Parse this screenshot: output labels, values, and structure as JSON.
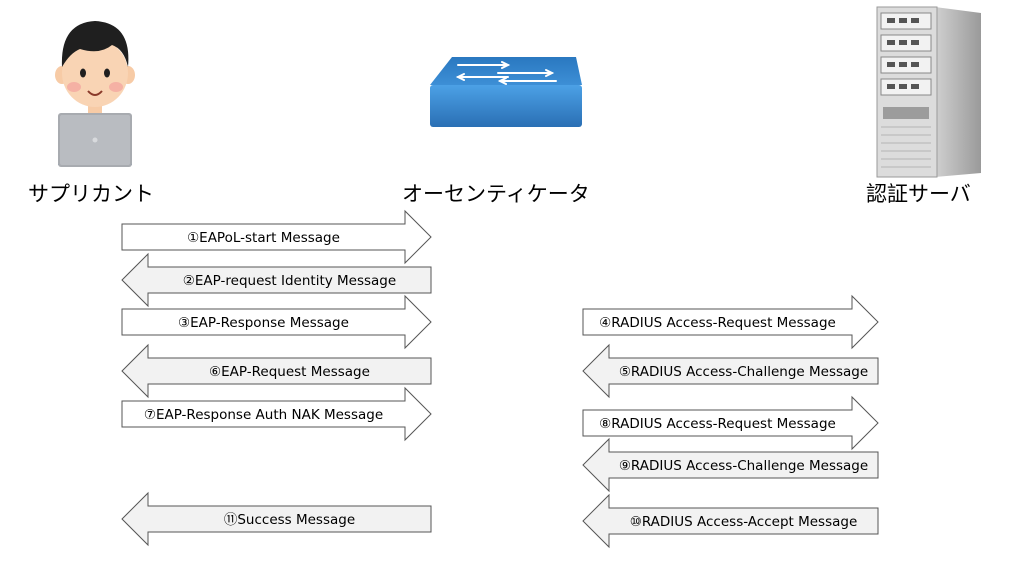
{
  "entities": {
    "supplicant": "サプリカント",
    "authenticator": "オーセンティケータ",
    "auth_server": "認証サーバ"
  },
  "messages": [
    {
      "label": "①EAPoL-start Message",
      "direction": "right",
      "lane": "left"
    },
    {
      "label": "②EAP-request Identity Message",
      "direction": "left",
      "lane": "left"
    },
    {
      "label": "③EAP-Response Message",
      "direction": "right",
      "lane": "left"
    },
    {
      "label": "④RADIUS Access-Request Message",
      "direction": "right",
      "lane": "right"
    },
    {
      "label": "⑤RADIUS Access-Challenge Message",
      "direction": "left",
      "lane": "right"
    },
    {
      "label": "⑥EAP-Request Message",
      "direction": "left",
      "lane": "left"
    },
    {
      "label": "⑦EAP-Response Auth NAK Message",
      "direction": "right",
      "lane": "left"
    },
    {
      "label": "⑧RADIUS Access-Request Message",
      "direction": "right",
      "lane": "right"
    },
    {
      "label": "⑨RADIUS Access-Challenge Message",
      "direction": "left",
      "lane": "right"
    },
    {
      "label": "⑩RADIUS Access-Accept Message",
      "direction": "left",
      "lane": "right"
    },
    {
      "label": "⑪Success Message",
      "direction": "left",
      "lane": "left"
    }
  ]
}
